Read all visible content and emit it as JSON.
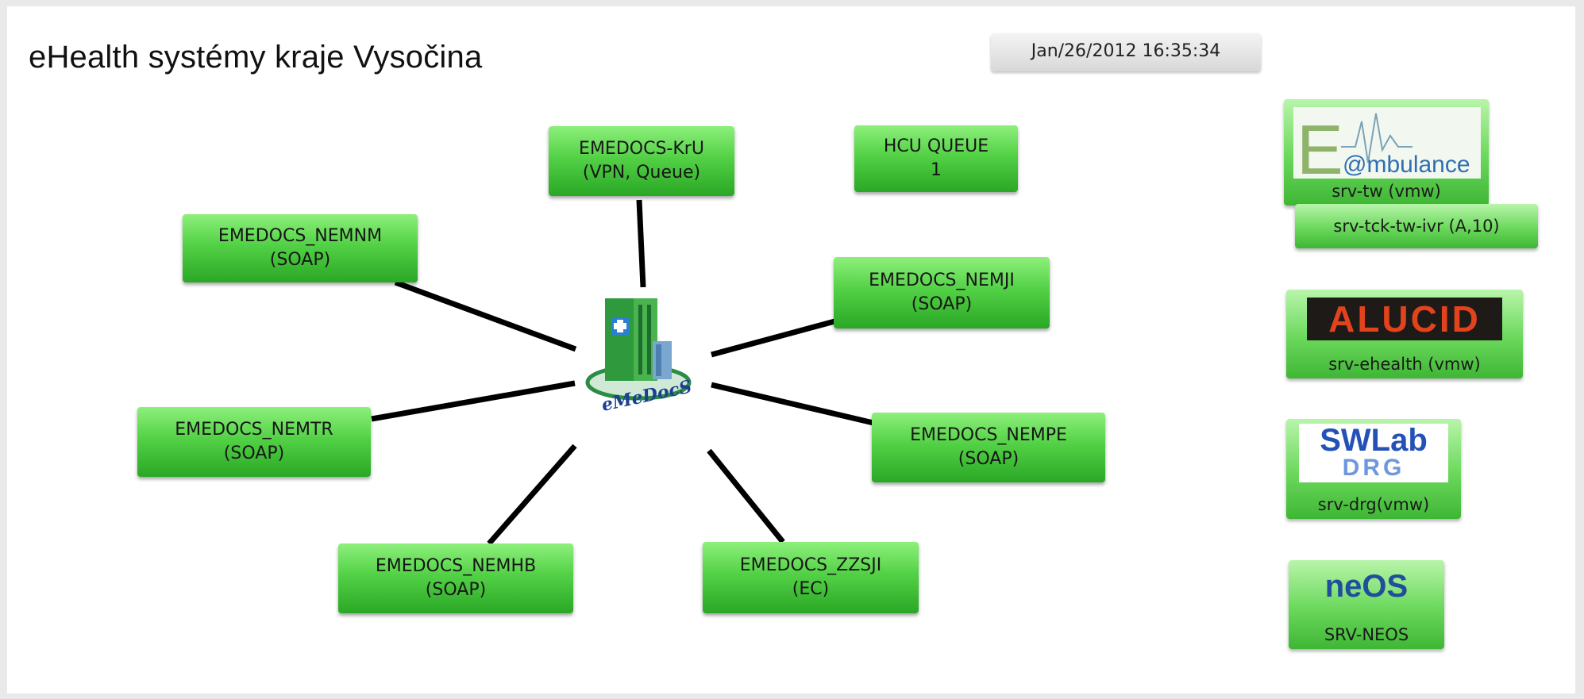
{
  "title": "eHealth systémy kraje Vysočina",
  "timestamp": "Jan/26/2012 16:35:34",
  "hub": {
    "logo_text": "eMeDocS"
  },
  "nodes": [
    {
      "id": "kru",
      "line1": "EMEDOCS-KrU",
      "line2": "(VPN, Queue)"
    },
    {
      "id": "hcu",
      "line1": "HCU QUEUE",
      "line2": "1"
    },
    {
      "id": "nemnm",
      "line1": "EMEDOCS_NEMNM",
      "line2": "(SOAP)"
    },
    {
      "id": "nemji",
      "line1": "EMEDOCS_NEMJI",
      "line2": "(SOAP)"
    },
    {
      "id": "nemtr",
      "line1": "EMEDOCS_NEMTR",
      "line2": "(SOAP)"
    },
    {
      "id": "nempe",
      "line1": "EMEDOCS_NEMPE",
      "line2": "(SOAP)"
    },
    {
      "id": "nemhb",
      "line1": "EMEDOCS_NEMHB",
      "line2": "(SOAP)"
    },
    {
      "id": "zzsji",
      "line1": "EMEDOCS_ZZSJI",
      "line2": "(EC)"
    }
  ],
  "servers": {
    "ambulance": {
      "logo_e": "E",
      "logo_text": "@mbulance",
      "caption": "srv-tw (vmw)"
    },
    "ivr": {
      "caption": "srv-tck-tw-ivr (A,10)"
    },
    "alucid": {
      "logo_text": "ALUCID",
      "caption": "srv-ehealth (vmw)"
    },
    "swlab": {
      "logo_line1": "SWLab",
      "logo_line2": "DRG",
      "caption": "srv-drg(vmw)"
    },
    "neos": {
      "logo_text": "neOS",
      "caption": "SRV-NEOS"
    }
  }
}
